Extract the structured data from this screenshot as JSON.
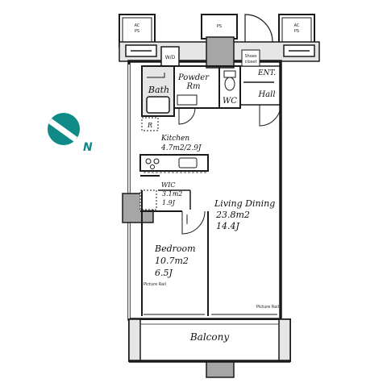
{
  "colors": {
    "wall": "#1a1a1a",
    "fill": "#e6e6e6",
    "shaft": "#a6a6a6",
    "compass": "#0f8a86",
    "dashed": "#555555"
  },
  "compass": {
    "label": "N",
    "icon": "north-arrow-icon"
  },
  "rooms": {
    "powder": [
      "Powder",
      "Rm"
    ],
    "bath": "Bath",
    "wc": "WC",
    "ent": "ENT.",
    "hall": "Hall",
    "kitchen": [
      "Kitchen",
      "4.7m2/2.9J"
    ],
    "wic": [
      "WIC",
      "3.1m2",
      "1.9J"
    ],
    "living": [
      "Living Dining",
      "23.8m2",
      "14.4J"
    ],
    "bedroom": [
      "Bedroom",
      "10.7m2",
      "6.5J"
    ],
    "balcony": "Balcony"
  },
  "fixtures": {
    "wd": "W/D",
    "refrigerator": "R",
    "shoes_closet": [
      "Shoes",
      "closet"
    ],
    "ps": "PS",
    "ac_left": [
      "AC",
      "PS"
    ],
    "ac_right": [
      "AC",
      "PS"
    ],
    "picture_rail_left": "Picture Rail",
    "picture_rail_right": "Picture Rail"
  }
}
